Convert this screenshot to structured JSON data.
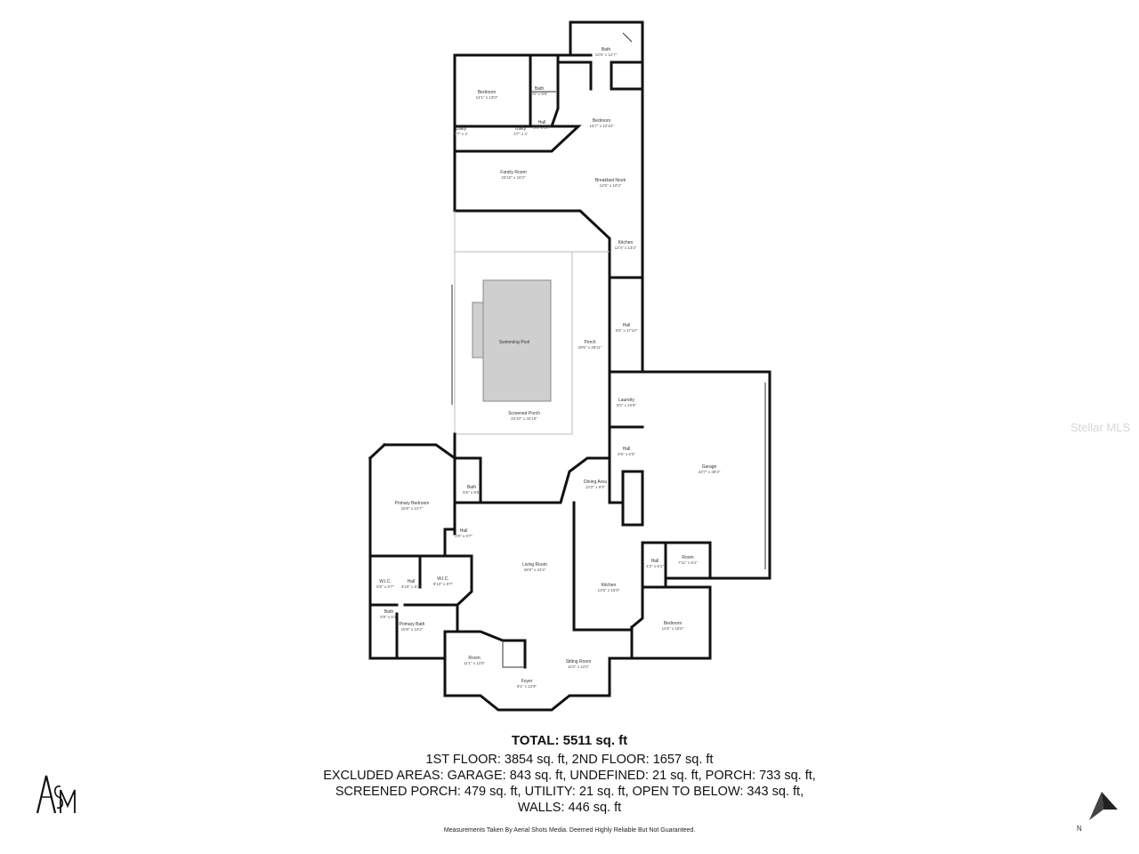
{
  "summary": {
    "total": "TOTAL: 5511 sq. ft",
    "line1": "1ST FLOOR: 3854 sq. ft, 2ND FLOOR: 1657 sq. ft",
    "line2": "EXCLUDED AREAS: GARAGE: 843 sq. ft, UNDEFINED: 21 sq. ft, PORCH: 733 sq. ft,",
    "line3": "SCREENED PORCH: 479 sq. ft, UTILITY: 21 sq. ft, OPEN TO BELOW: 343 sq. ft,",
    "line4": "WALLS: 446 sq. ft"
  },
  "disclaimer": "Measurements Taken By Aerial Shots Media. Deemed Highly Reliable But Not Guaranteed.",
  "watermark": "Stellar MLS",
  "logo_text": "ASM",
  "compass_label": "N",
  "colors": {
    "wall": "#111111",
    "pool": "#cfcfcf",
    "text": "#333333"
  },
  "rooms": [
    {
      "name": "Bath",
      "dim": "13'5\" x 12'7\""
    },
    {
      "name": "Bedroom",
      "dim": "14'1\" x 13'0\""
    },
    {
      "name": "Bath",
      "dim": "5'0\" x 9'6\""
    },
    {
      "name": "Bedroom",
      "dim": "16'7\" x 12'10\""
    },
    {
      "name": "Hall",
      "dim": "5'0\" x 5'7\""
    },
    {
      "name": "Utility",
      "dim": "3'7\" x 2'"
    },
    {
      "name": "Utility",
      "dim": "3'7\" x 2'"
    },
    {
      "name": "Family Room",
      "dim": "23'10\" x 16'2\""
    },
    {
      "name": "Breakfast Nook",
      "dim": "12'6\" x 10'3\""
    },
    {
      "name": "Kitchen",
      "dim": "12'4\" x 13'2\""
    },
    {
      "name": "Swimming Pool",
      "dim": ""
    },
    {
      "name": "Porch",
      "dim": "29'5\" x 48'11\""
    },
    {
      "name": "Hall",
      "dim": "6'5\" x 17'10\""
    },
    {
      "name": "Laundry",
      "dim": "6'5\" x 10'5\""
    },
    {
      "name": "Screened Porch",
      "dim": "22'10\" x 34'10\""
    },
    {
      "name": "Hall",
      "dim": "6'5\" x 6'3\""
    },
    {
      "name": "Garage",
      "dim": "23'7\" x 39'4\""
    },
    {
      "name": "Dining Area",
      "dim": "13'2\" x 9'0\""
    },
    {
      "name": "Bath",
      "dim": "5'6\" x 8'9\""
    },
    {
      "name": "Primary Bedroom",
      "dim": "15'8\" x 21'7\""
    },
    {
      "name": "Hall",
      "dim": "3'9\" x 9'7\""
    },
    {
      "name": "Living Room",
      "dim": "28'9\" x 24'4\""
    },
    {
      "name": "Hall",
      "dim": "4'2\" x 6'1\""
    },
    {
      "name": "Room",
      "dim": "7'11\" x 6'1\""
    },
    {
      "name": "W.I.C.",
      "dim": "5'8\" x 8'7\""
    },
    {
      "name": "Hall",
      "dim": "3'10\" x 5'3\""
    },
    {
      "name": "W.I.C.",
      "dim": "9'10\" x 8'7\""
    },
    {
      "name": "Kitchen",
      "dim": "13'5\" x 15'9\""
    },
    {
      "name": "Bath",
      "dim": "5'9\" x 5'1\""
    },
    {
      "name": "Primary Bath",
      "dim": "15'9\" x 10'2\""
    },
    {
      "name": "Bedroom",
      "dim": "14'6\" x 15'5\""
    },
    {
      "name": "Room",
      "dim": "11'1\" x 12'5\""
    },
    {
      "name": "Sitting Room",
      "dim": "11'6\" x 12'2\""
    },
    {
      "name": "Foyer",
      "dim": "9'1\" x 12'9\""
    }
  ]
}
